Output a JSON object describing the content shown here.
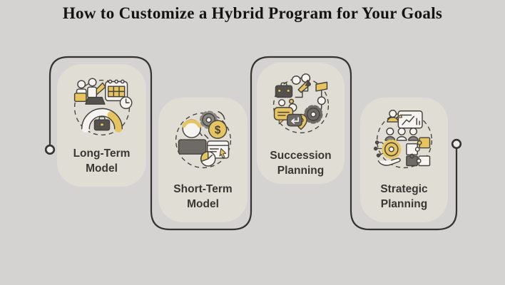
{
  "title": "How to Customize a Hybrid Program for Your Goals",
  "cards": [
    {
      "id": "long-term-model",
      "label_line1": "Long-Term",
      "label_line2": "Model",
      "icon": "long-term-model-icon"
    },
    {
      "id": "short-term-model",
      "label_line1": "Short-Term",
      "label_line2": "Model",
      "icon": "short-term-model-icon"
    },
    {
      "id": "succession-planning",
      "label_line1": "Succession",
      "label_line2": "Planning",
      "icon": "succession-planning-icon"
    },
    {
      "id": "strategic-planning",
      "label_line1": "Strategic",
      "label_line2": "Planning",
      "icon": "strategic-planning-icon"
    }
  ],
  "colors": {
    "background": "#d4d3d1",
    "card_fill": "#e0ddd5",
    "accent_yellow": "#e6c45f",
    "connector_line": "#35332f",
    "title_text": "#141414",
    "label_text": "#393733",
    "icon_dark": "#55524e",
    "icon_gray": "#75716c",
    "icon_white": "#f6f4f0",
    "icon_outline": "#45423e"
  }
}
